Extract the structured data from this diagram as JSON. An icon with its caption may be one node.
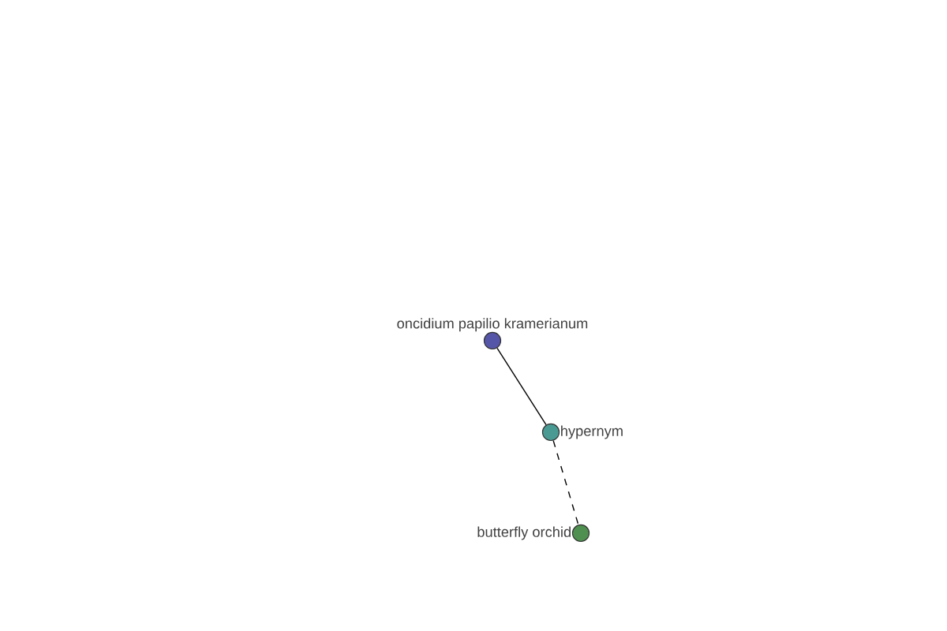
{
  "diagram": {
    "nodes": [
      {
        "text": [
          "oncidium papilio kramerianum"
        ]
      },
      {
        "text": [
          "hypernym"
        ]
      },
      {
        "text": [
          "butterfly orchid"
        ]
      }
    ],
    "edges": [
      {
        "from": 0,
        "to": 1,
        "arrow": "none"
      },
      {
        "from": 1,
        "to": 2,
        "arrow": "none",
        "style": "dashed"
      }
    ]
  }
}
